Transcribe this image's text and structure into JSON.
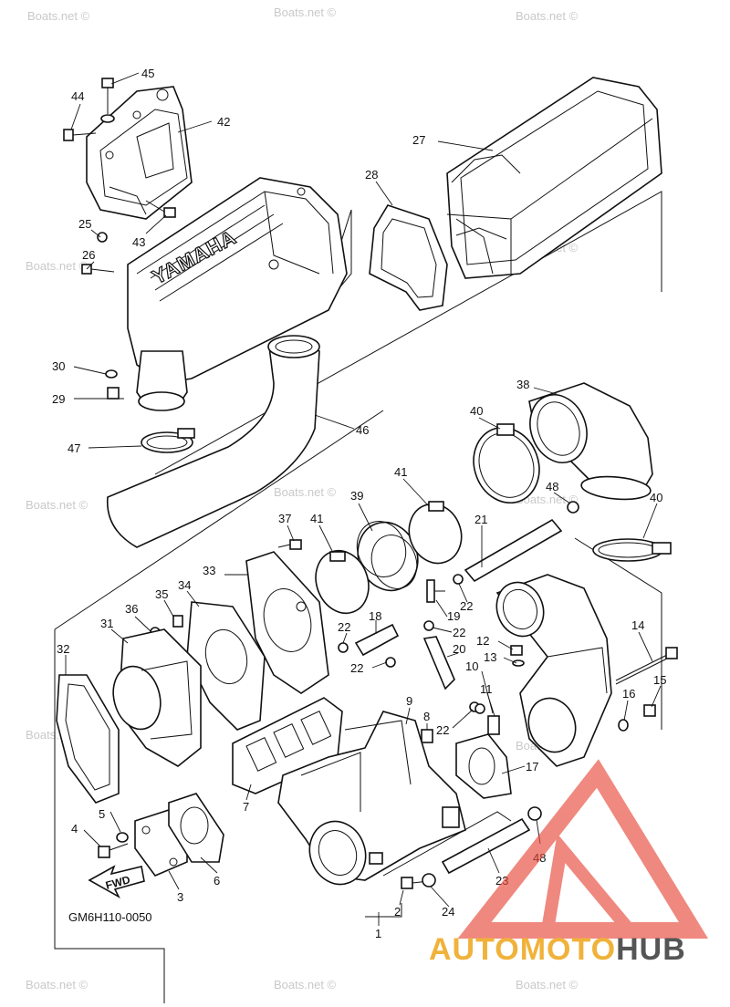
{
  "diagram": {
    "drawing_code": "GM6H110-0050",
    "engraving": "YAMAHA",
    "fwd_label": "FWD",
    "watermark": "Boats.net ©",
    "logo": {
      "part1": "AUTO",
      "part2": "MOTO",
      "part3": "HUB",
      "color_accent": "#f0b23a",
      "color_dark": "#555555",
      "color_triangle": "#e84a3c"
    },
    "callouts": [
      {
        "id": "c1",
        "label": "1"
      },
      {
        "id": "c2",
        "label": "2"
      },
      {
        "id": "c3",
        "label": "3"
      },
      {
        "id": "c4",
        "label": "4"
      },
      {
        "id": "c5",
        "label": "5"
      },
      {
        "id": "c6",
        "label": "6"
      },
      {
        "id": "c7",
        "label": "7"
      },
      {
        "id": "c8",
        "label": "8"
      },
      {
        "id": "c9",
        "label": "9"
      },
      {
        "id": "c10",
        "label": "10"
      },
      {
        "id": "c11",
        "label": "11"
      },
      {
        "id": "c12",
        "label": "12"
      },
      {
        "id": "c13",
        "label": "13"
      },
      {
        "id": "c14",
        "label": "14"
      },
      {
        "id": "c15",
        "label": "15"
      },
      {
        "id": "c16",
        "label": "16"
      },
      {
        "id": "c17",
        "label": "17"
      },
      {
        "id": "c18",
        "label": "18"
      },
      {
        "id": "c19",
        "label": "19"
      },
      {
        "id": "c20",
        "label": "20"
      },
      {
        "id": "c21",
        "label": "21"
      },
      {
        "id": "c22a",
        "label": "22"
      },
      {
        "id": "c22b",
        "label": "22"
      },
      {
        "id": "c22c",
        "label": "22"
      },
      {
        "id": "c22d",
        "label": "22"
      },
      {
        "id": "c22e",
        "label": "22"
      },
      {
        "id": "c23",
        "label": "23"
      },
      {
        "id": "c24",
        "label": "24"
      },
      {
        "id": "c25",
        "label": "25"
      },
      {
        "id": "c26",
        "label": "26"
      },
      {
        "id": "c27",
        "label": "27"
      },
      {
        "id": "c28",
        "label": "28"
      },
      {
        "id": "c29",
        "label": "29"
      },
      {
        "id": "c30",
        "label": "30"
      },
      {
        "id": "c31",
        "label": "31"
      },
      {
        "id": "c32",
        "label": "32"
      },
      {
        "id": "c33",
        "label": "33"
      },
      {
        "id": "c34",
        "label": "34"
      },
      {
        "id": "c35",
        "label": "35"
      },
      {
        "id": "c36",
        "label": "36"
      },
      {
        "id": "c37",
        "label": "37"
      },
      {
        "id": "c38",
        "label": "38"
      },
      {
        "id": "c39",
        "label": "39"
      },
      {
        "id": "c40a",
        "label": "40"
      },
      {
        "id": "c40b",
        "label": "40"
      },
      {
        "id": "c41a",
        "label": "41"
      },
      {
        "id": "c41b",
        "label": "41"
      },
      {
        "id": "c42",
        "label": "42"
      },
      {
        "id": "c43",
        "label": "43"
      },
      {
        "id": "c44",
        "label": "44"
      },
      {
        "id": "c45",
        "label": "45"
      },
      {
        "id": "c46",
        "label": "46"
      },
      {
        "id": "c47",
        "label": "47"
      },
      {
        "id": "c48a",
        "label": "48"
      },
      {
        "id": "c48b",
        "label": "48"
      }
    ]
  }
}
